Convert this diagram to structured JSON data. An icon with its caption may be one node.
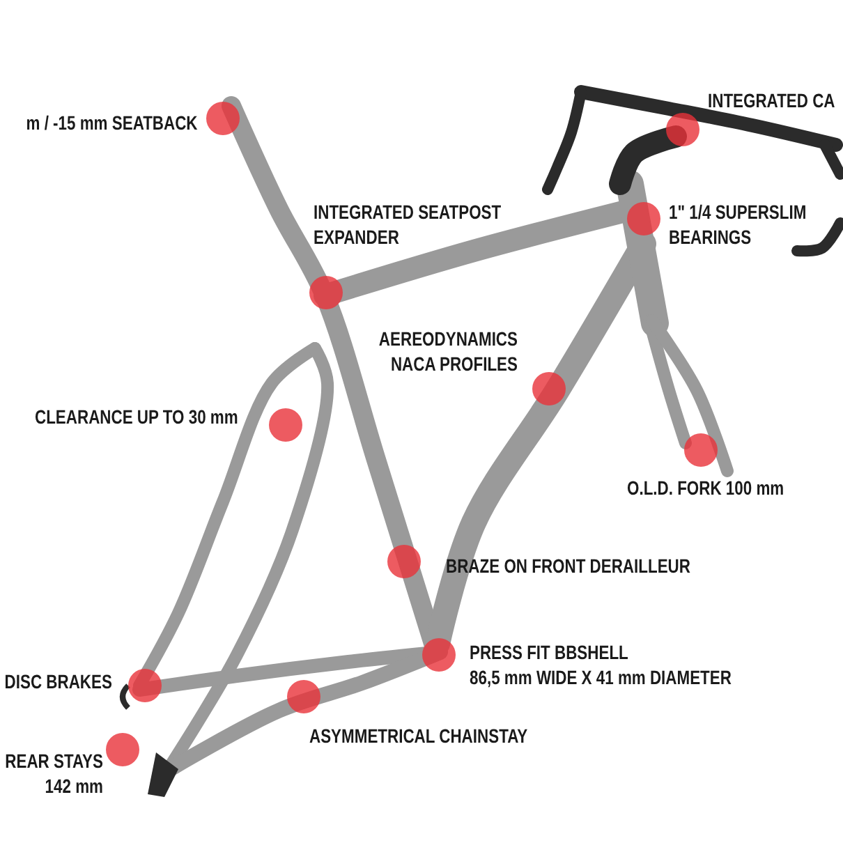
{
  "diagram": {
    "labels": [
      "m / -15 mm SEATBACK",
      "INTEGRATED CA",
      "INTEGRATED SEATPOST EXPANDER",
      "1\" 1/4 SUPERSLIM BEARINGS",
      "AEREODYNAMICS NACA PROFILES",
      "CLEARANCE UP TO 30 mm",
      "O.L.D. FORK 100 mm",
      "BRAZE ON FRONT DERAILLEUR",
      "PRESS FIT BBSHELL",
      "86,5 mm WIDE X 41 mm DIAMETER",
      "DISC BRAKES",
      "ASYMMETRICAL CHAINSTAY",
      "REAR STAYS 142 mm"
    ]
  }
}
